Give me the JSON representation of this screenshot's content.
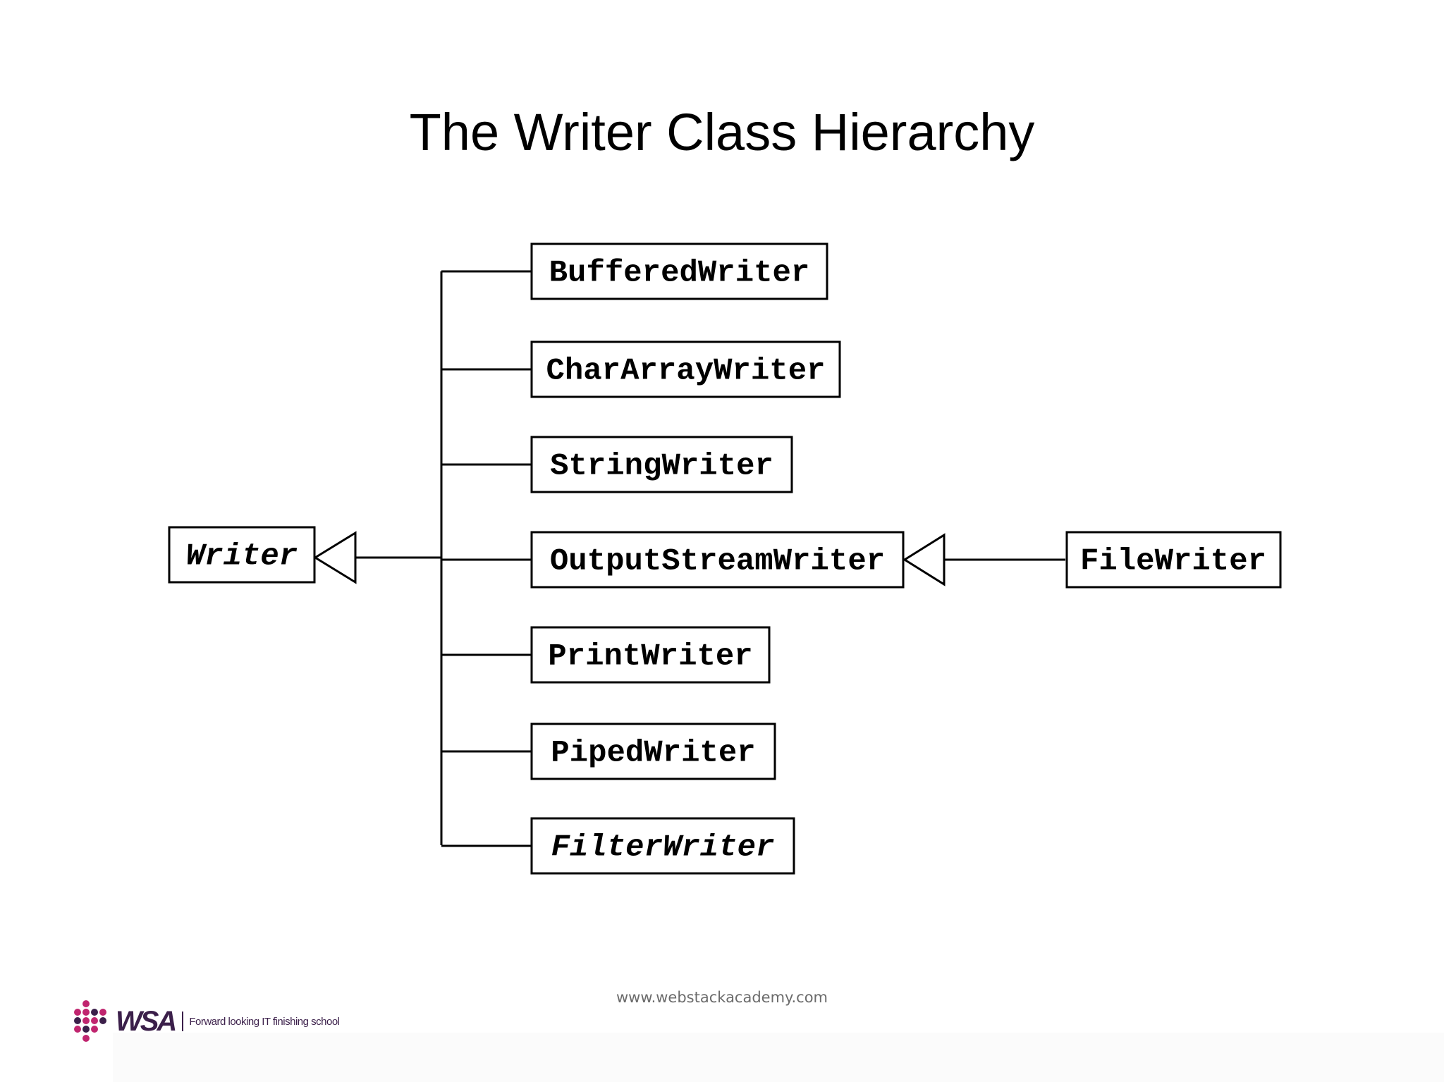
{
  "title": "The Writer Class Hierarchy",
  "diagram": {
    "root": "Writer",
    "subclasses": [
      "BufferedWriter",
      "CharArrayWriter",
      "StringWriter",
      "OutputStreamWriter",
      "PrintWriter",
      "PipedWriter",
      "FilterWriter"
    ],
    "abstract_subclass": "FilterWriter",
    "grandchild": {
      "parent": "OutputStreamWriter",
      "name": "FileWriter"
    }
  },
  "footer": {
    "url": "www.webstackacademy.com",
    "logo_text": "WSA",
    "tagline": "Forward looking IT finishing school"
  },
  "colors": {
    "text": "#000000",
    "footer_text": "#6b6b6b",
    "logo_magenta": "#c0256f",
    "logo_purple": "#3b1f4a"
  }
}
